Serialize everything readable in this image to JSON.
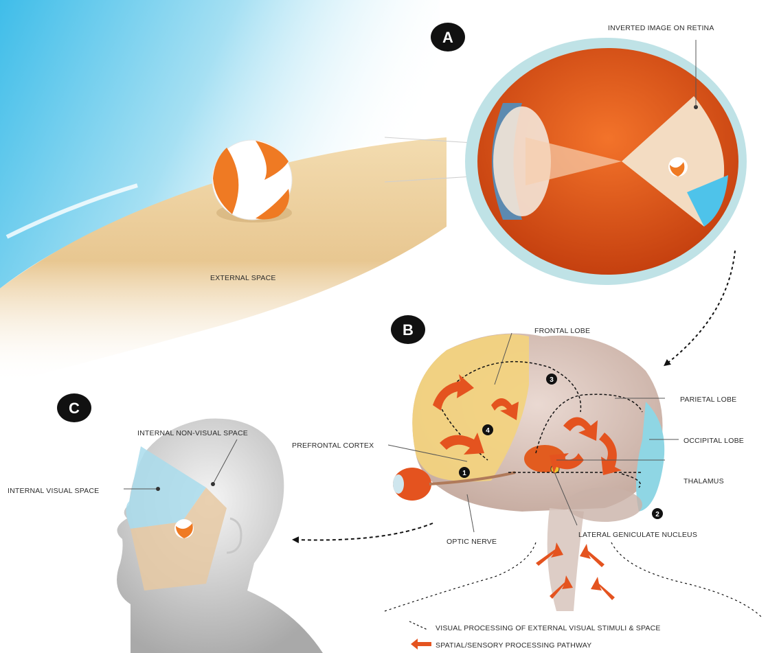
{
  "panels": {
    "a": "A",
    "b": "B",
    "c": "C"
  },
  "labels": {
    "external_space": "EXTERNAL SPACE",
    "inverted_image": "INVERTED IMAGE ON RETINA",
    "frontal_lobe": "FRONTAL LOBE",
    "parietal_lobe": "PARIETAL LOBE",
    "occipital_lobe": "OCCIPITAL LOBE",
    "thalamus": "THALAMUS",
    "prefrontal_cortex": "PREFRONTAL CORTEX",
    "optic_nerve": "OPTIC NERVE",
    "lgn": "LATERAL GENICULATE NUCLEUS",
    "internal_non_visual": "INTERNAL NON-VISUAL SPACE",
    "internal_visual": "INTERNAL VISUAL SPACE"
  },
  "steps": {
    "s1": "1",
    "s2": "2",
    "s3": "3",
    "s4": "4"
  },
  "legend": {
    "visual": "VISUAL PROCESSING OF EXTERNAL VISUAL STIMULI & SPACE",
    "spatial": "SPATIAL/SENSORY PROCESSING PATHWAY"
  },
  "colors": {
    "sky": "#4ec3ea",
    "sand": "#e9c893",
    "eye": "#e0531c",
    "orange_arrow": "#e4531f",
    "frontal": "#f3d27e",
    "brain": "#dcc8bf",
    "occipital": "#8fd6e4"
  }
}
